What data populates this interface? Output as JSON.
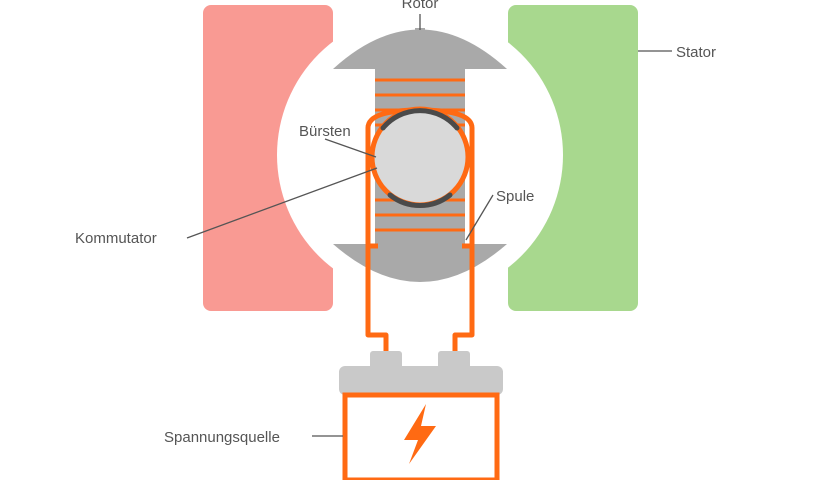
{
  "labels": {
    "rotor": "Rotor",
    "stator": "Stator",
    "brushes": "Bürsten",
    "coil": "Spule",
    "commutator": "Kommutator",
    "power_source": "Spannungsquelle"
  },
  "colors": {
    "stator_left": "#f99a93",
    "stator_right": "#a8d88e",
    "rotor": "#a9a9a9",
    "commutator": "#d9d9d9",
    "brush": "#4a4a4a",
    "wire": "#ff6a13",
    "battery": "#c9c9c9",
    "leader": "#555555",
    "text": "#555555"
  },
  "icons": {
    "battery_symbol": "lightning-bolt-icon"
  }
}
